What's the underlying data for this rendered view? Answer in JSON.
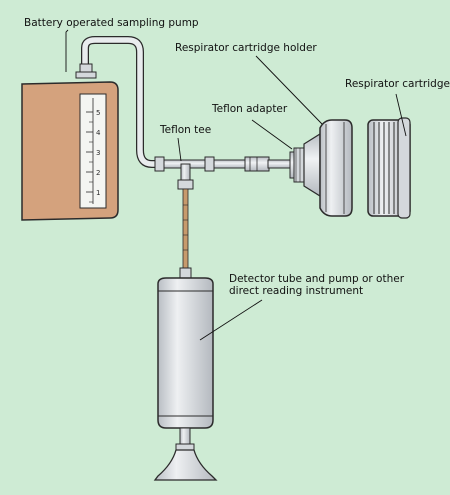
{
  "labels": {
    "pump": "Battery operated sampling pump",
    "holder": "Respirator cartridge holder",
    "cartridge": "Respirator cartridge",
    "adapter": "Teflon adapter",
    "tee": "Teflon tee",
    "detector_line1": "Detector tube and pump or other",
    "detector_line2": "direct reading instrument"
  },
  "scale_ticks": [
    "5",
    "4",
    "3",
    "2",
    "1"
  ],
  "colors": {
    "background": "#ceebd4",
    "pump_body": "#d4a27d",
    "metal": "#d4d8dc",
    "outline": "#2b2b2b",
    "detector_tube": "#c79a6c"
  }
}
